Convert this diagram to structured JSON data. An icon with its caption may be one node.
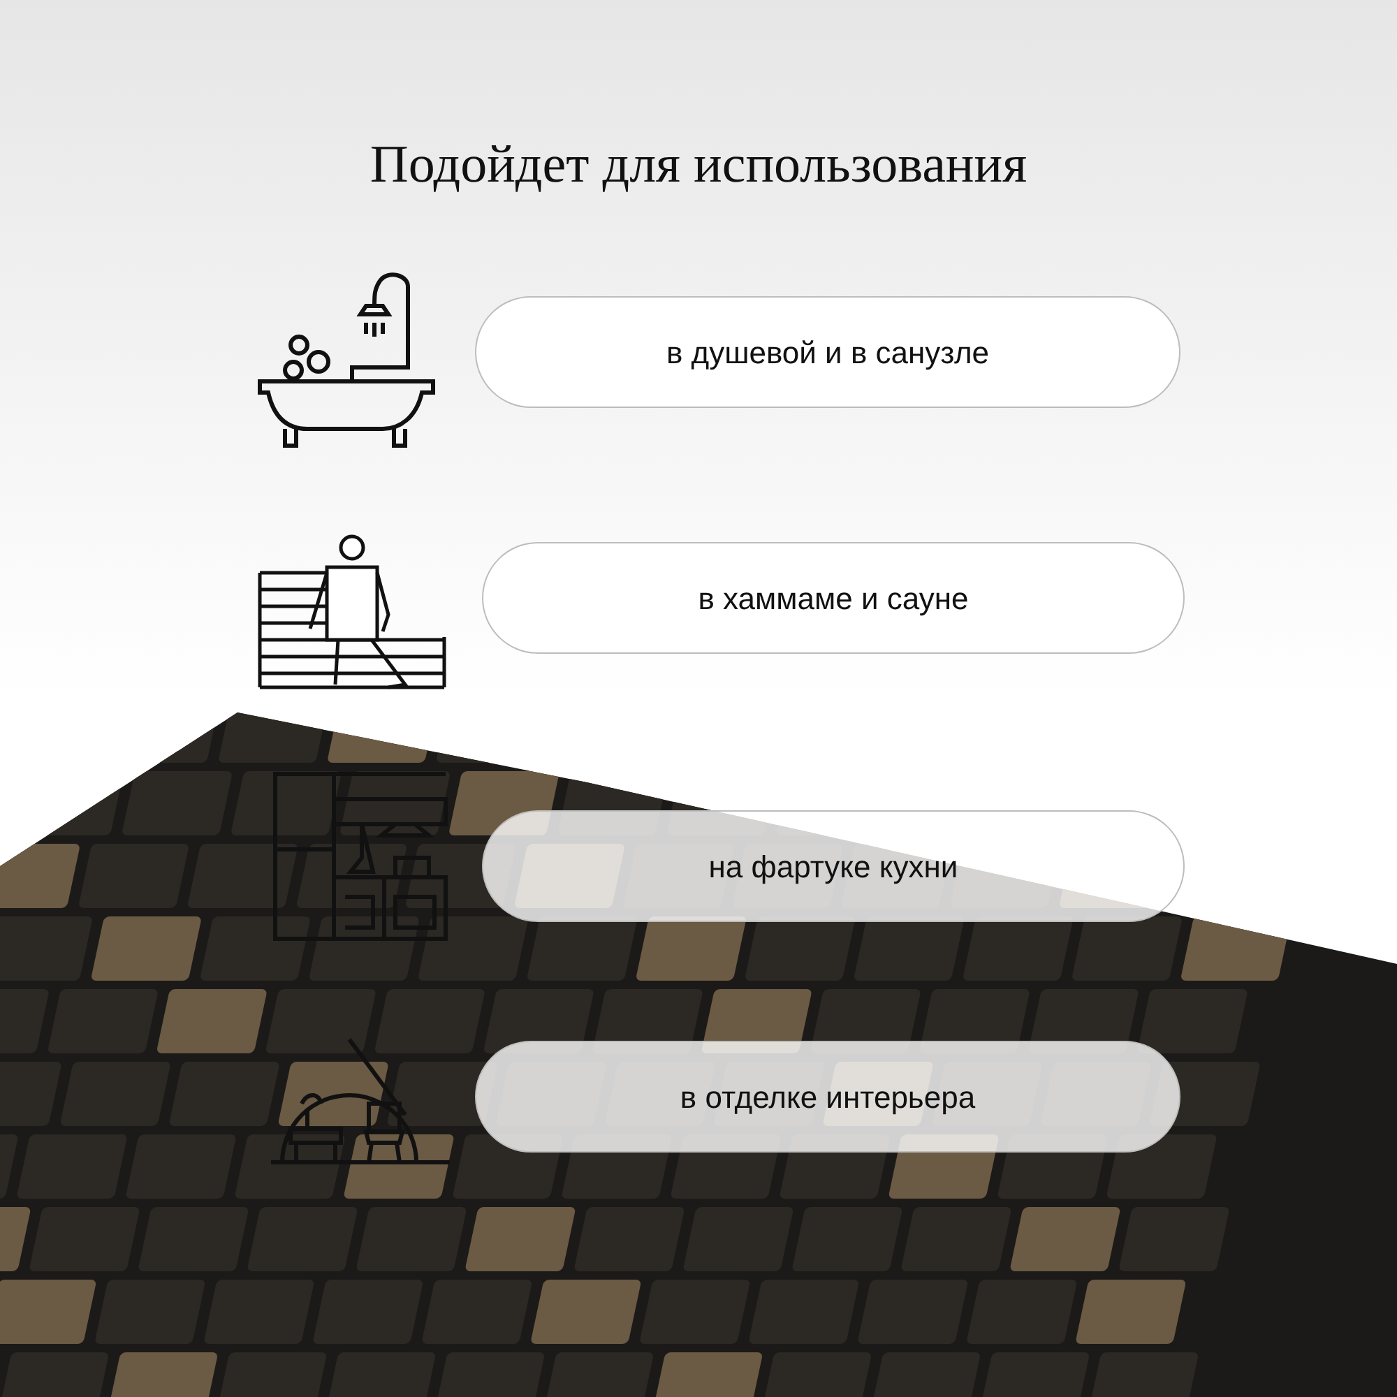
{
  "diagram": {
    "title": "Подойдет для использования",
    "nodes": [
      {
        "text": [
          "в душевой и в санузле"
        ]
      },
      {
        "text": [
          "в хаммаме и сауне"
        ]
      },
      {
        "text": [
          "на фартуке кухни"
        ]
      },
      {
        "text": [
          "в отделке интерьера"
        ]
      }
    ]
  }
}
